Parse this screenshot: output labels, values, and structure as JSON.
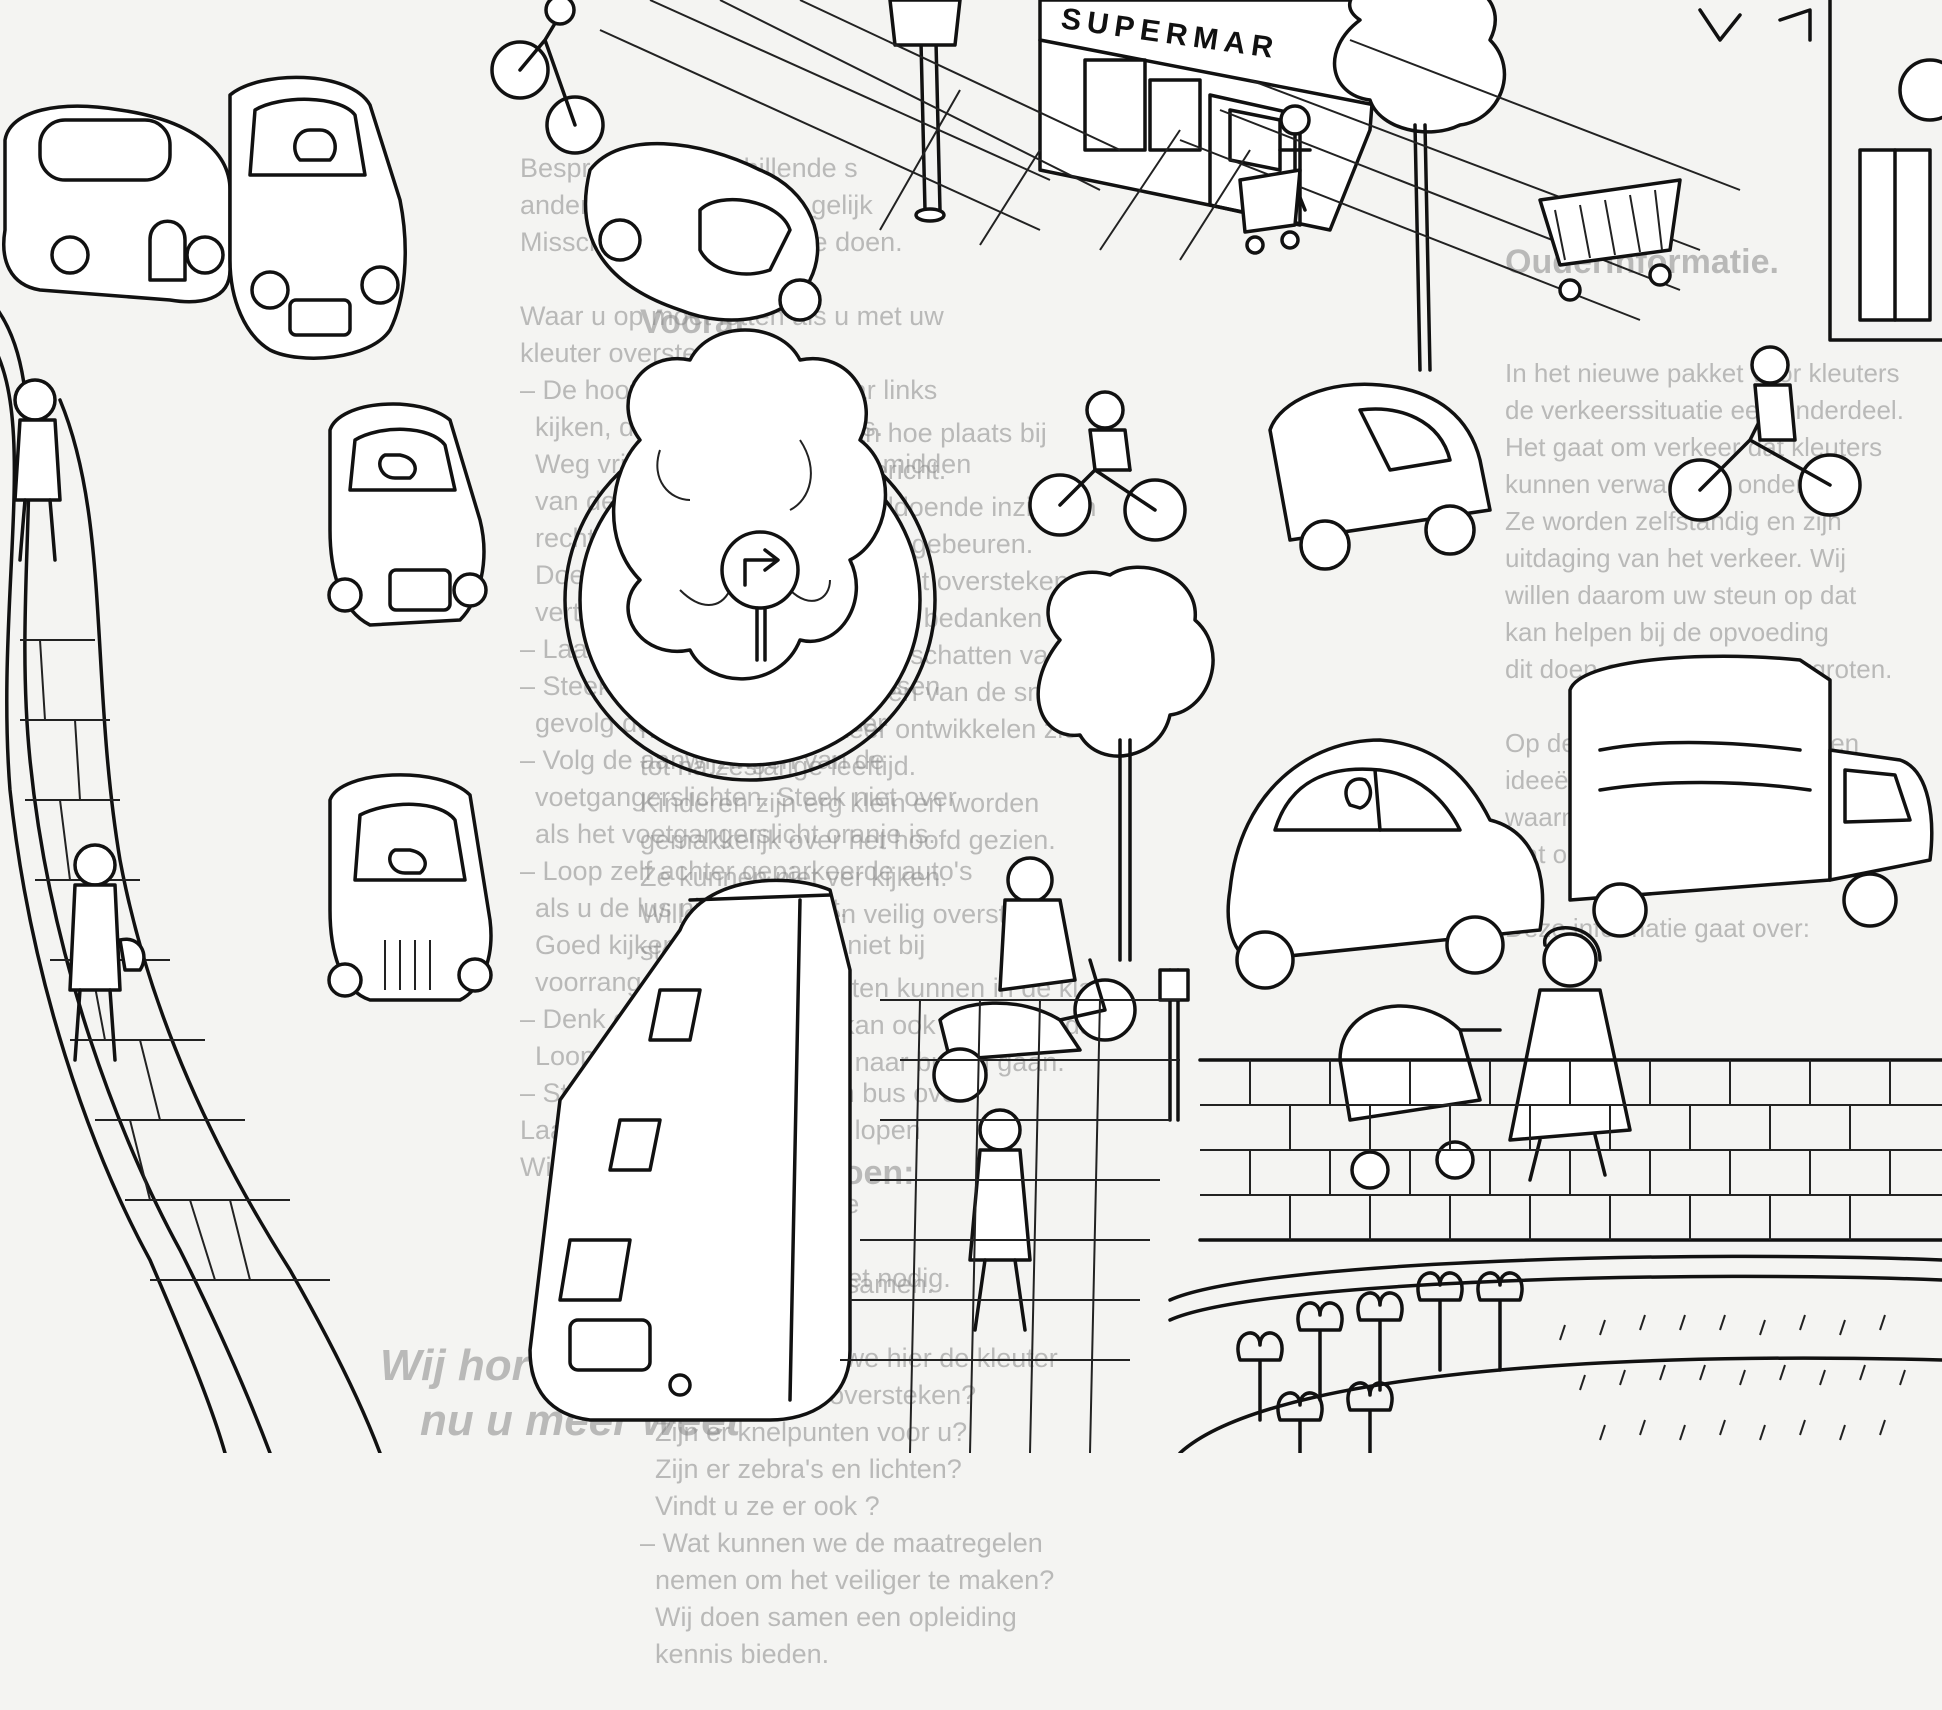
{
  "scene": {
    "shop_sign": "SUPERMAR"
  },
  "reverse_side_text": {
    "left_column": [
      "Bespreek de verschillende s",
      "andere kinderen die het gelijk",
      "Misschien is er wat mis te doen.",
      "",
      "Waar u op moet letten als u met uw",
      "kleuter oversteekt:",
      "– De hoofdregel is: eerst naar links",
      "  kijken, dan naar rechts, links.",
      "  Weg vrij? Oversteken. In het midden",
      "  van de straat nog eens naar",
      "  rechts kijken.",
      "  Doe alles de kleuter voor en",
      "  vertel het. Hoe de kleuter het",
      "– Laat uw kleuter meedenken.",
      "– Steek nooit schuin over of tussen",
      "  gevolg door. Steek recht over",
      "– Volg de aanwijzingen van de",
      "  voetgangerslichten. Steek niet over",
      "  als het voetgangerslicht oranje is.",
      "– Loop zelf achter geparkeerde auto's",
      "  als u de lus niet goed ziet.",
      "  Goed kijken als u de auto niet bij",
      "  voorrangsregels.",
      "– Denk ook aan de fietsers",
      "  Loop op de stoep.",
      "– Steek nooit dicht voor een bus over.",
      "Laat uw kleuter altijd rechts lopen",
      "Wijs zo af en toe eens op",
      "     aanduidingsborden bij de",
      "     oversteekplaatsen.",
      "     Aanleren echter is niet het nodig."
    ],
    "middle_column_heading": "Vooraf",
    "middle_column": [
      "verkeerssituatie van hoe plaats bij",
      "de gemeente een bericht.",
      "Ze hebben nog onvoldoende inzicht in",
      "het complexe verkeersgebeuren.",
      "Vaardigheden die bij het oversteken",
      "rol spelen, zoals vooral bedanken wat",
      "er kan gebeuren het inschatten van",
      "afstanden en het horen van de snelheid",
      "naderen van verkeer ontwikkelen zich",
      "tot na zesjarige leeftijd.",
      "Kinderen zijn erg klein en worden",
      "gemakkelijk over het hoofd gezien.",
      "Ze kunnen niet ver kijken.",
      "Willen wij ze leren veilig oversteken",
      "steken.",
      "Sommige activiteiten kunnen in de klas",
      "plaats, maar het kan ook gebeuren dat",
      "u met de kleuters naar buiten gaan."
    ],
    "middle_column_heading_2": "Wat u kunt doen:",
    "middle_column_2": [
      "– Bekijk de plaat samen.",
      "  Praat erover.",
      "– Vraag: kunnen we hier de kleuter",
      "  veilig met een oversteken?",
      "  Zijn er knelpunten voor u?",
      "  Zijn er zebra's en lichten?",
      "  Vindt u ze er ook ?",
      "– Wat kunnen we de maatregelen",
      "  nemen om het veiliger te maken?",
      "  Wij doen samen een opleiding",
      "  kennis bieden."
    ],
    "right_column_heading": "Ouderinformatie.",
    "right_column": [
      "In het nieuwe pakket voor kleuters",
      "de verkeerssituatie een onderdeel.",
      "Het gaat om verkeer dat kleuters",
      "kunnen verwachten onderweg.",
      "Ze worden zelfstandig en zijn",
      "uitdaging van het verkeer. Wij",
      "willen daarom uw steun op dat",
      "kan helpen bij de opvoeding",
      "dit doen en een middel vergroten.",
      "",
      "Op de achterkant staan tips en",
      "ideeën voor spelletjes aan de hand",
      "waarmee u kunt voorbereiden op",
      "wat op school is gedaan.",
      "",
      "Deze informatie gaat over:"
    ],
    "footer_text_1": "Wij horen graag",
    "footer_text_2": "nu u meer weet"
  }
}
